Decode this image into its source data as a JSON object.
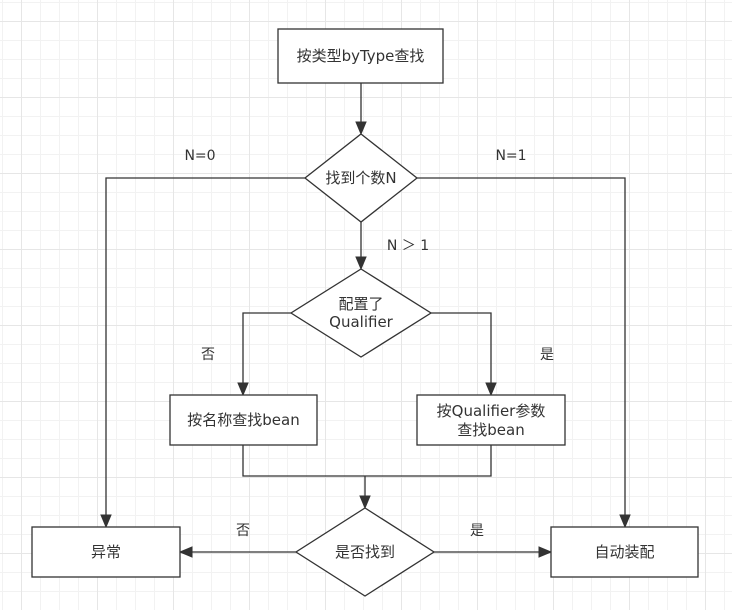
{
  "diagram": {
    "type": "flowchart",
    "nodes": {
      "start": {
        "shape": "rectangle",
        "label": "按类型byType查找"
      },
      "count": {
        "shape": "diamond",
        "label": "找到个数N"
      },
      "qualifier": {
        "shape": "diamond",
        "label_line1": "配置了",
        "label_line2": "Qualifier"
      },
      "by_name": {
        "shape": "rectangle",
        "label": "按名称查找bean"
      },
      "by_qualifier": {
        "shape": "rectangle",
        "label_line1": "按Qualifier参数",
        "label_line2": "查找bean"
      },
      "found": {
        "shape": "diamond",
        "label": "是否找到"
      },
      "exception": {
        "shape": "rectangle",
        "label": "异常"
      },
      "autowire": {
        "shape": "rectangle",
        "label": "自动装配"
      }
    },
    "edges": [
      {
        "from": "start",
        "to": "count",
        "label": ""
      },
      {
        "from": "count",
        "to": "exception",
        "label": "N=0"
      },
      {
        "from": "count",
        "to": "autowire",
        "label": "N=1"
      },
      {
        "from": "count",
        "to": "qualifier",
        "label": "N ＞ 1"
      },
      {
        "from": "qualifier",
        "to": "by_name",
        "label": "否"
      },
      {
        "from": "qualifier",
        "to": "by_qualifier",
        "label": "是"
      },
      {
        "from": "by_name",
        "to": "found",
        "label": ""
      },
      {
        "from": "by_qualifier",
        "to": "found",
        "label": ""
      },
      {
        "from": "found",
        "to": "exception",
        "label": "否"
      },
      {
        "from": "found",
        "to": "autowire",
        "label": "是"
      }
    ],
    "edge_labels": {
      "n0": "N=0",
      "n1": "N=1",
      "ngt1": "N ＞ 1",
      "qualifier_no": "否",
      "qualifier_yes": "是",
      "found_no": "否",
      "found_yes": "是"
    }
  }
}
